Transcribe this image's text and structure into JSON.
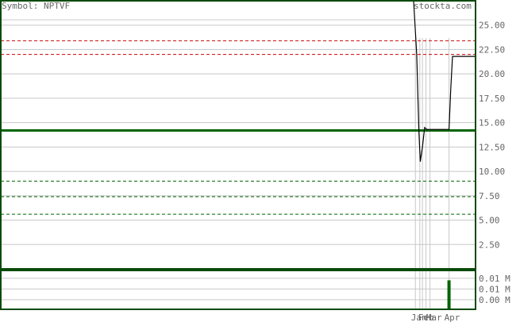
{
  "header": {
    "symbol_text": "Symbol: NPTVF",
    "site_text": "stockta.com"
  },
  "colors": {
    "frame": "#0a4a0a",
    "grid": "#c8c8c8",
    "resistance": "#cc0000",
    "support": "#006400",
    "trend": "#006400",
    "price": "#000000",
    "volume": "#006400",
    "text": "#666666"
  },
  "chart_data": [
    {
      "type": "line",
      "ylim": [
        0,
        27.5
      ],
      "y_ticks": [
        "25.00",
        "22.50",
        "20.00",
        "17.50",
        "15.00",
        "12.50",
        "10.00",
        "7.50",
        "5.00",
        "2.50"
      ],
      "y_tick_values": [
        25,
        22.5,
        20,
        17.5,
        15,
        12.5,
        10,
        7.5,
        5,
        2.5
      ],
      "series": [
        {
          "points": [
            {
              "x": 0.0,
              "y": 27.5
            },
            {
              "x": 0.7,
              "y": 22.0
            },
            {
              "x": 1.2,
              "y": 14.0
            },
            {
              "x": 1.5,
              "y": 11.0
            },
            {
              "x": 2.0,
              "y": 12.5
            },
            {
              "x": 2.5,
              "y": 14.5
            },
            {
              "x": 3.0,
              "y": 14.3
            },
            {
              "x": 8.0,
              "y": 14.3
            },
            {
              "x": 8.4,
              "y": 18.5
            },
            {
              "x": 8.8,
              "y": 21.8
            },
            {
              "x": 14.0,
              "y": 21.8
            }
          ]
        }
      ],
      "resistance_levels": [
        23.4,
        22.0
      ],
      "support_levels": [
        9.0,
        7.4,
        5.6
      ],
      "trend_level": 14.2,
      "x_labels": [
        "Jan",
        "Feb",
        "Mar",
        "Apr"
      ],
      "x_label_positions": [
        0.5,
        2.1,
        3.9,
        8.0
      ]
    },
    {
      "type": "bar",
      "y_ticks": [
        "0.01 M",
        "0.01 M",
        "0.00 M"
      ],
      "y_tick_values": [
        0.0107,
        0.007,
        0.0033
      ],
      "ylim": [
        0,
        0.0134
      ],
      "bars": [
        {
          "x": 8.0,
          "value": 0.01
        }
      ]
    }
  ]
}
